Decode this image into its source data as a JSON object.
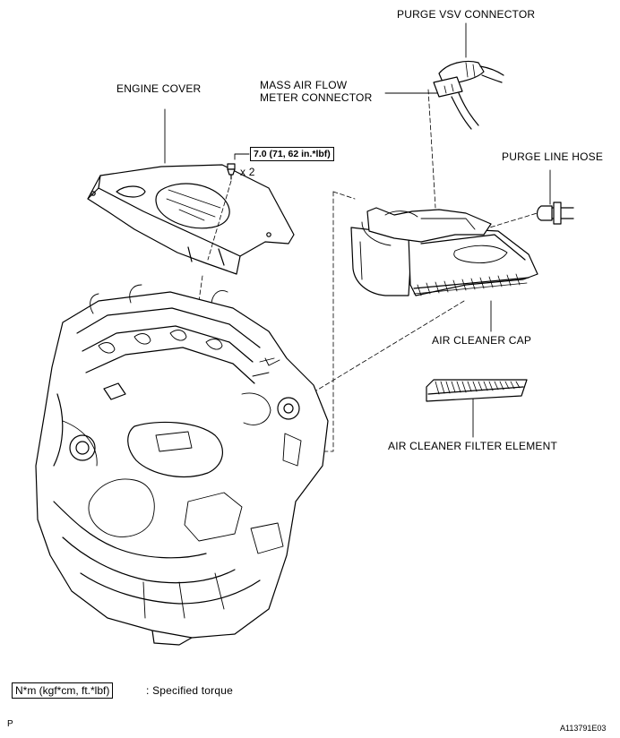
{
  "labels": {
    "purge_vsv_connector": "PURGE VSV CONNECTOR",
    "mass_air_flow_line1": "MASS AIR FLOW",
    "mass_air_flow_line2": "METER CONNECTOR",
    "engine_cover": "ENGINE COVER",
    "purge_line_hose": "PURGE LINE HOSE",
    "air_cleaner_cap": "AIR CLEANER CAP",
    "air_cleaner_filter_element": "AIR CLEANER FILTER ELEMENT"
  },
  "torque": {
    "value": "7.0 (71, 62 in.*lbf)",
    "quantity": "x 2"
  },
  "legend": {
    "unit_box": "N*m (kgf*cm, ft.*lbf)",
    "description": ": Specified torque"
  },
  "footer": {
    "page_code": "P",
    "figure_id": "A113791E03"
  },
  "icons": [
    "bolt-icon",
    "engine-cover-part",
    "engine-block-part",
    "air-cleaner-cap-part",
    "air-filter-element-part",
    "purge-line-hose-part",
    "purge-vsv-connector-part",
    "maf-connector-part"
  ]
}
